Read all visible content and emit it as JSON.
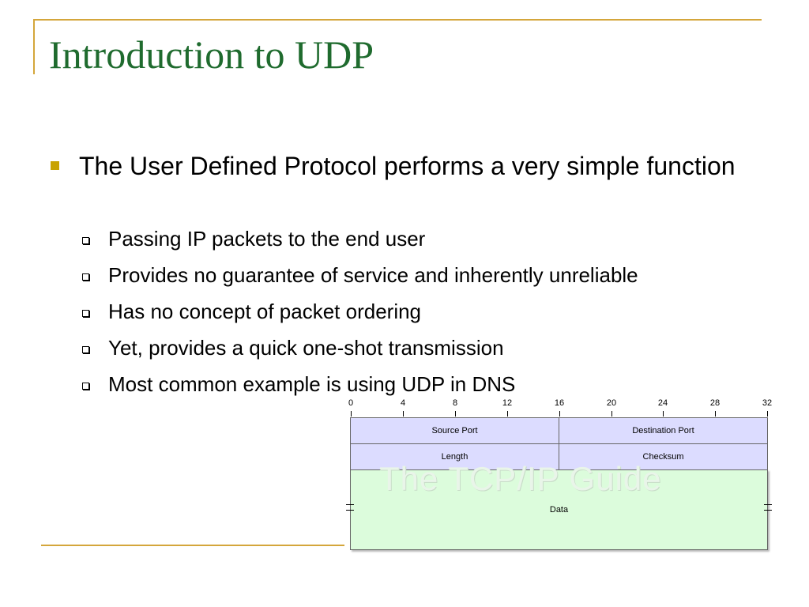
{
  "slide": {
    "title": "Introduction to UDP",
    "bullet": "The User Defined Protocol performs a very simple function",
    "sub_bullets": [
      "Passing IP packets to the end user",
      "Provides no guarantee of service and inherently unreliable",
      "Has no concept of packet ordering",
      "Yet, provides a quick one-shot transmission",
      "Most common example is using UDP in DNS"
    ]
  },
  "diagram": {
    "bit_labels": [
      "0",
      "4",
      "8",
      "12",
      "16",
      "20",
      "24",
      "28",
      "32"
    ],
    "fields": {
      "source_port": "Source Port",
      "destination_port": "Destination Port",
      "length": "Length",
      "checksum": "Checksum",
      "data": "Data"
    },
    "watermark": "The TCP/IP Guide"
  },
  "colors": {
    "title": "#1f6b2e",
    "accent_line": "#d4a63b",
    "bullet": "#c8a200",
    "header_field": "#dcdcff",
    "data_field": "#dcfcdc"
  }
}
